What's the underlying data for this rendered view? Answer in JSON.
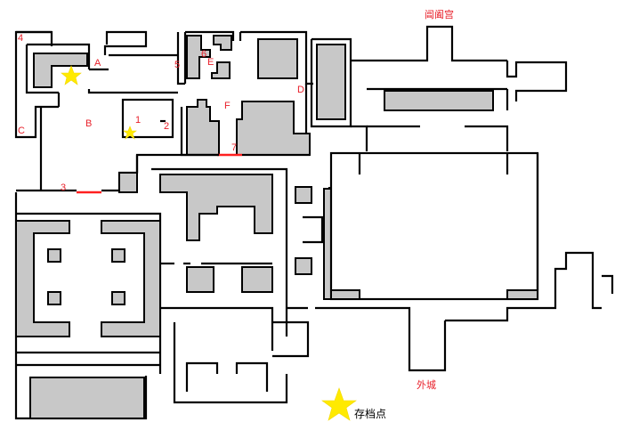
{
  "map": {
    "labels": {
      "n4": "4",
      "a": "A",
      "n5": "5",
      "n6": "6",
      "e": "E",
      "d": "D",
      "b": "B",
      "n1": "1",
      "n2": "2",
      "c": "C",
      "f": "F",
      "n7": "7",
      "n3": "3",
      "palace": "阊阖宫",
      "outer_city": "外城"
    },
    "legend": {
      "save_point": "存档点"
    },
    "colors": {
      "wall": "#000000",
      "block": "#c8c8c8",
      "label": "#e8202a",
      "door": "#ff2020",
      "star": "#ffea00"
    }
  }
}
